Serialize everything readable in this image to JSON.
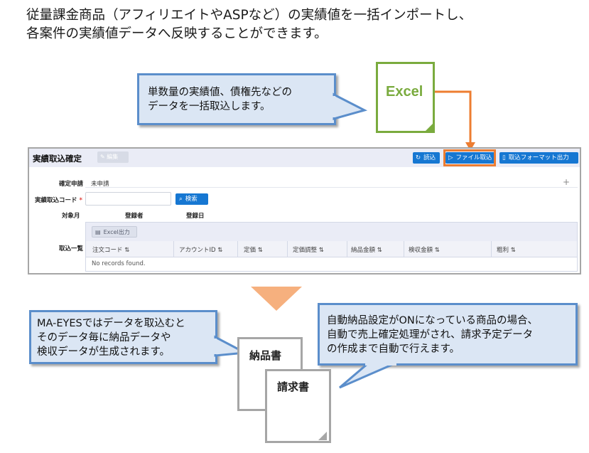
{
  "headline": {
    "line1": "従量課金商品（アフィリエイトやASPなど）の実績値を一括インポートし、",
    "line2": "各案件の実績値データへ反映することができます。"
  },
  "top_callout": {
    "line1": "単数量の実績値、債権先などの",
    "line2": "データを一括取込します。"
  },
  "excel_card": {
    "label": "Excel"
  },
  "app": {
    "title": "実績取込確定",
    "edit_label": "編集",
    "buttons": {
      "reload": "読込",
      "file_import": "ファイル取込",
      "format_output": "取込フォーマット出力"
    },
    "fields": {
      "confirm_label": "確定申請",
      "confirm_value": "未申請",
      "plus": "+",
      "code_label": "実績取込コード",
      "required_mark": "*",
      "search_label": "検索",
      "target_month_label": "対象月",
      "registrant_label": "登録者",
      "register_date_label": "登録日",
      "list_label": "取込一覧"
    },
    "grid": {
      "excel_button": "Excel出力",
      "columns": [
        "注文コード ⇅",
        "アカウントID ⇅",
        "定価 ⇅",
        "定価調整 ⇅",
        "納品金額 ⇅",
        "検収金額 ⇅",
        "粗利 ⇅"
      ],
      "empty": "No records found."
    }
  },
  "left_callout": {
    "line1": "MA-EYESではデータを取込むと",
    "line2": "そのデータ毎に納品データや",
    "line3": "検収データが生成されます。"
  },
  "right_callout": {
    "line1": "自動納品設定がONになっている商品の場合、",
    "line2": "自動で売上確定処理がされ、請求予定データ",
    "line3": "の作成まで自動で行えます。"
  },
  "docs": {
    "delivery": "納品書",
    "invoice": "請求書"
  },
  "colors": {
    "accent_blue": "#1677d2",
    "excel_green": "#7aab3e",
    "highlight_orange": "#ed7d31",
    "callout_border": "#5b8ecb",
    "arrow_peach": "#f6b07e"
  }
}
